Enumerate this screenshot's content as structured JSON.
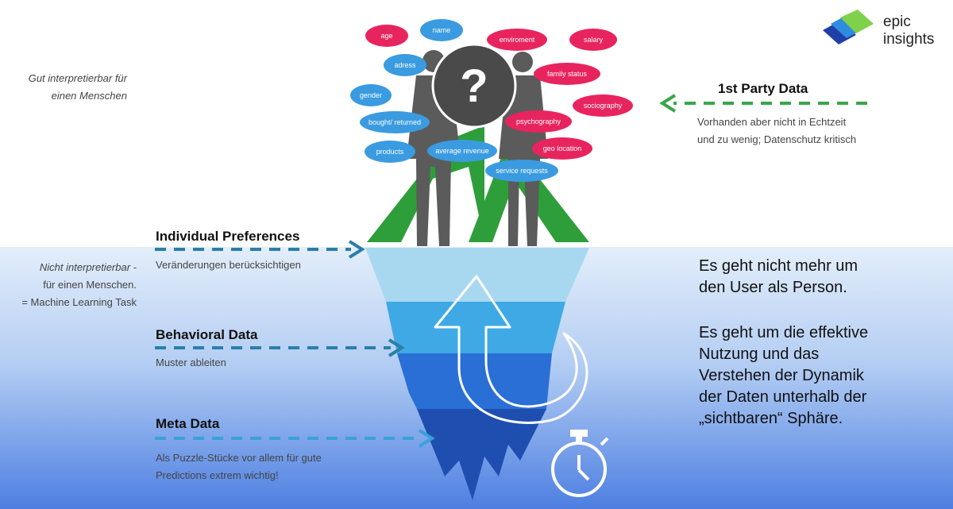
{
  "logo": {
    "line1": "epic",
    "line2": "insights"
  },
  "left_notes": {
    "top_line1": "Gut interpretierbar für",
    "top_line2": "einen Menschen",
    "bottom_line1": "Nicht interpretierbar -",
    "bottom_line2": "für einen Menschen.",
    "bottom_line3": "= Machine Learning Task"
  },
  "first_party": {
    "title": "1st Party Data",
    "line1": "Vorhanden aber nicht in Echtzeit",
    "line2": "und zu wenig; Datenschutz kritisch"
  },
  "individual": {
    "title": "Individual Preferences",
    "sub": "Veränderungen berücksichtigen"
  },
  "behavioral": {
    "title": "Behavioral Data",
    "sub": "Muster ableiten"
  },
  "meta": {
    "title": "Meta Data",
    "sub_line1": "Als Puzzle-Stücke vor allem für gute",
    "sub_line2": "Predictions extrem wichtig!"
  },
  "right_text": {
    "p1_line1": "Es geht nicht mehr um",
    "p1_line2": "den User als Person.",
    "p2_line1": "Es geht um die effektive",
    "p2_line2": "Nutzung und das",
    "p2_line3": "Verstehen der Dynamik",
    "p2_line4": "der Daten unterhalb der",
    "p2_line5": "„sichtbaren“ Sphäre."
  },
  "bubbles": {
    "age": "age",
    "name": "name",
    "environment": "enviroment",
    "salary": "salary",
    "adress": "adress",
    "family_status": "family status",
    "gender": "gender",
    "sociography": "sociography",
    "bought_returned": "bought/ returned",
    "psychography": "psychography",
    "products": "products",
    "average_revenue": "average revenue",
    "geo_location": "geo location",
    "service_requests": "service requests"
  },
  "colors": {
    "pink": "#e8245e",
    "blue": "#3a9be0",
    "green": "#2e9e3a",
    "dash_green": "#3aa64a",
    "dash_blue": "#2a7fa8",
    "water_top": "#dcebf8",
    "water_bottom": "#4a7fe0",
    "silhouette": "#5a5a5a"
  },
  "icons": [
    "question-mark-icon",
    "stopwatch-icon",
    "curved-up-arrow-icon",
    "epic-insights-logo-icon"
  ]
}
